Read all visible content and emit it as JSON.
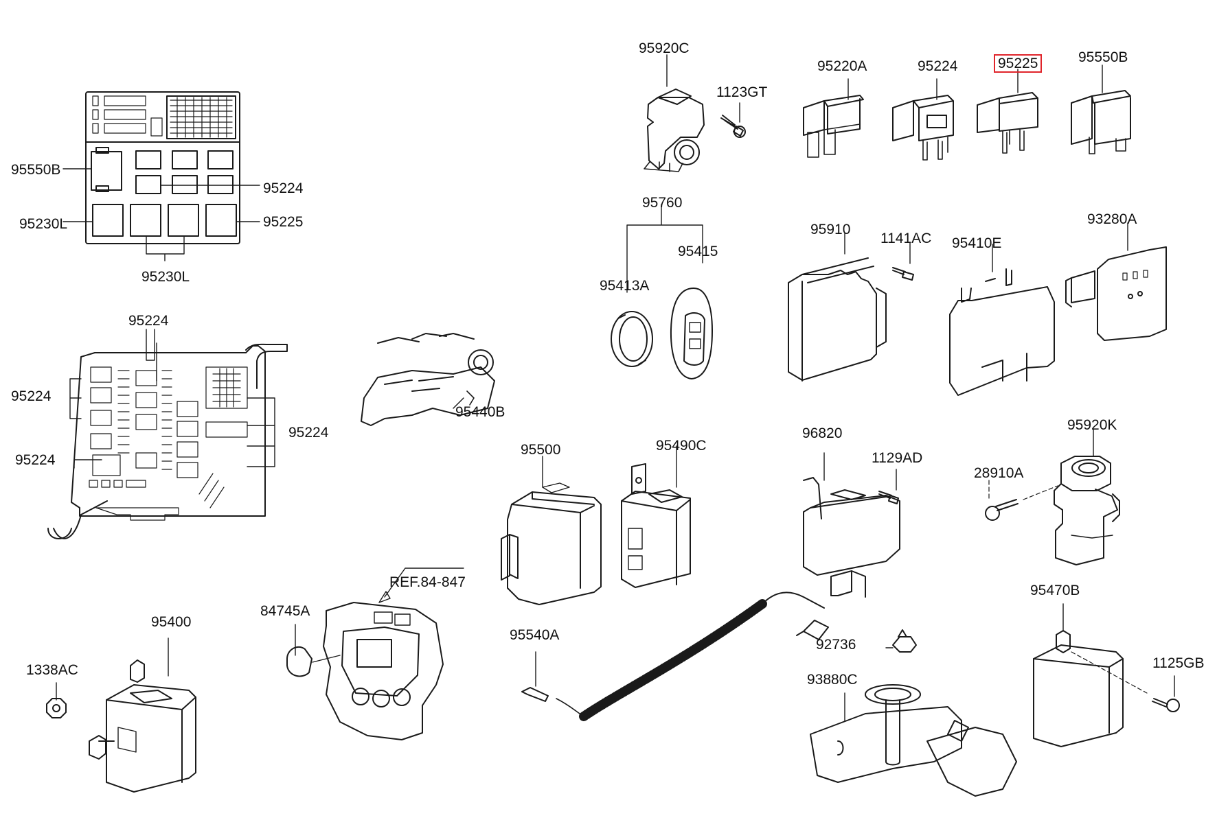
{
  "labels": {
    "p95920C": "95920C",
    "p1123GT": "1123GT",
    "p95220A": "95220A",
    "p95224_top": "95224",
    "p95225_top": "95225",
    "p95550B_top": "95550B",
    "p95550B_left": "95550B",
    "p95224_box": "95224",
    "p95230L_left": "95230L",
    "p95225_box": "95225",
    "p95230L_bottom": "95230L",
    "p95760": "95760",
    "p95415": "95415",
    "p95413A": "95413A",
    "p95910": "95910",
    "p1141AC": "1141AC",
    "p95410E": "95410E",
    "p93280A": "93280A",
    "p95224_jb_top": "95224",
    "p95224_jb_left1": "95224",
    "p95224_jb_right": "95224",
    "p95224_jb_left2": "95224",
    "p95440B": "95440B",
    "p95500": "95500",
    "p95490C": "95490C",
    "p96820": "96820",
    "p1129AD": "1129AD",
    "p95920K": "95920K",
    "p28910A": "28910A",
    "pREF": "REF.84-847",
    "p84745A": "84745A",
    "p95400": "95400",
    "p1338AC": "1338AC",
    "p95540A": "95540A",
    "p92736": "92736",
    "p93880C": "93880C",
    "p95470B": "95470B",
    "p1125GB": "1125GB"
  },
  "highlight": {
    "part": "95225",
    "color": "#e0242a"
  },
  "colors": {
    "line": "#1a1a1a",
    "fill": "#ffffff",
    "shade": "#e8e8e8"
  }
}
